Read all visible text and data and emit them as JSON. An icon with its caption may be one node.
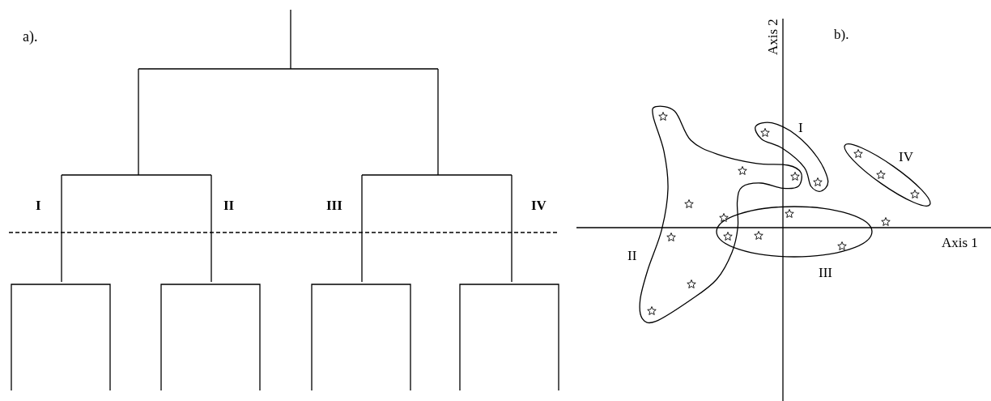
{
  "diagram": {
    "labels": [
      "a).",
      "Axis 2",
      "b).",
      "I",
      "IV",
      "I",
      "II",
      "III",
      "IV",
      "Axis 1",
      "II",
      "III"
    ]
  }
}
